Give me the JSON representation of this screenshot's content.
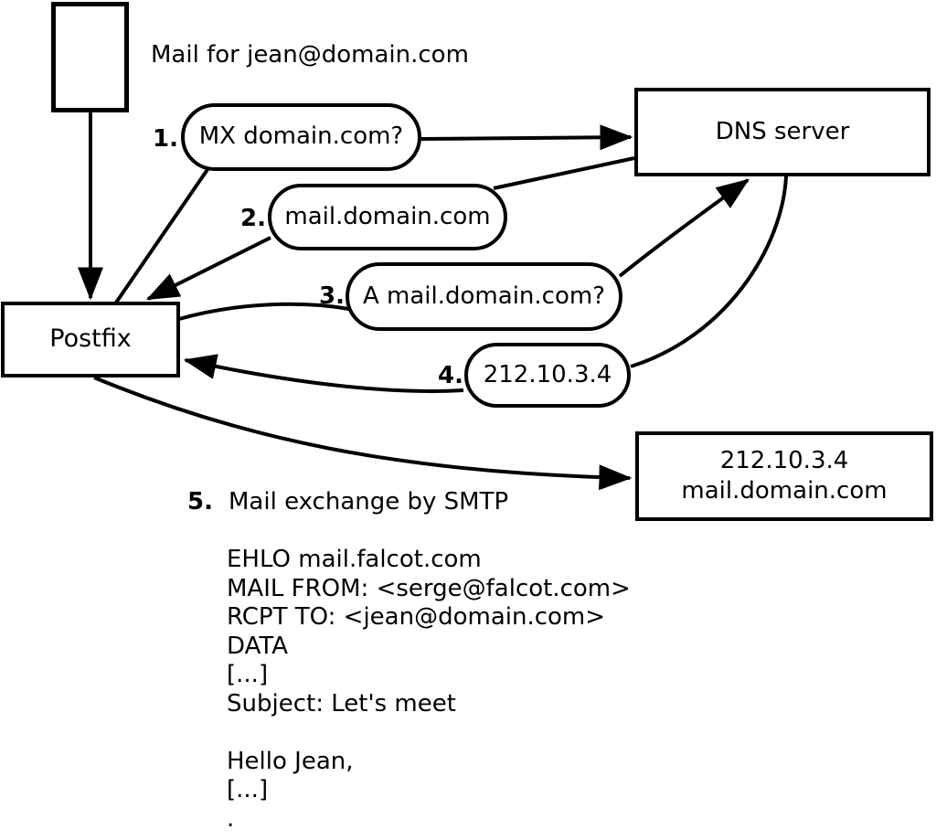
{
  "colors": {
    "ink": "#000000",
    "paper": "#ffffff"
  },
  "header": {
    "title": "Mail for jean@domain.com"
  },
  "nodes": {
    "postfix": "Postfix",
    "dns_server": "DNS server",
    "mail_server_line1": "212.10.3.4",
    "mail_server_line2": "mail.domain.com"
  },
  "steps": [
    {
      "num": "1.",
      "label": "MX domain.com?"
    },
    {
      "num": "2.",
      "label": "mail.domain.com"
    },
    {
      "num": "3.",
      "label": "A mail.domain.com?"
    },
    {
      "num": "4.",
      "label": "212.10.3.4"
    },
    {
      "num": "5.",
      "label": "Mail exchange by SMTP"
    }
  ],
  "smtp_session": {
    "lines": [
      "EHLO mail.falcot.com",
      "MAIL FROM: <serge@falcot.com>",
      "RCPT TO: <jean@domain.com>",
      "DATA",
      "[...]",
      "Subject: Let's meet",
      "",
      "Hello Jean,",
      "[...]",
      "."
    ]
  }
}
